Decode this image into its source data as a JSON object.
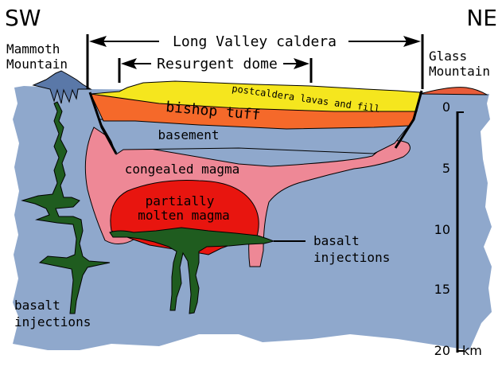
{
  "directions": {
    "left": "SW",
    "right": "NE"
  },
  "mountains": {
    "mammoth_line1": "Mammoth",
    "mammoth_line2": "Mountain",
    "glass_line1": "Glass",
    "glass_line2": "Mountain"
  },
  "spans": {
    "caldera": "Long Valley caldera",
    "dome": "Resurgent dome"
  },
  "layers": {
    "postcaldera": "postcaldera lavas and fill",
    "bishop": "bishop tuff",
    "basement": "basement",
    "congealed": "congealed magma",
    "partial_line1": "partially",
    "partial_line2": "molten magma"
  },
  "injections": {
    "right_line1": "basalt",
    "right_line2": "injections",
    "left_line1": "basalt",
    "left_line2": "injections"
  },
  "depth_scale": {
    "ticks": [
      "0",
      "5",
      "10",
      "15",
      "20"
    ],
    "unit": "km"
  },
  "colors": {
    "crust": "#8fa8cc",
    "postcaldera": "#f5e61e",
    "bishop_tuff": "#f5692a",
    "congealed": "#ee8896",
    "molten": "#e8150f",
    "basalt": "#1f5c1f",
    "mammoth": "#5a78a8",
    "glass": "#e85c3a"
  }
}
